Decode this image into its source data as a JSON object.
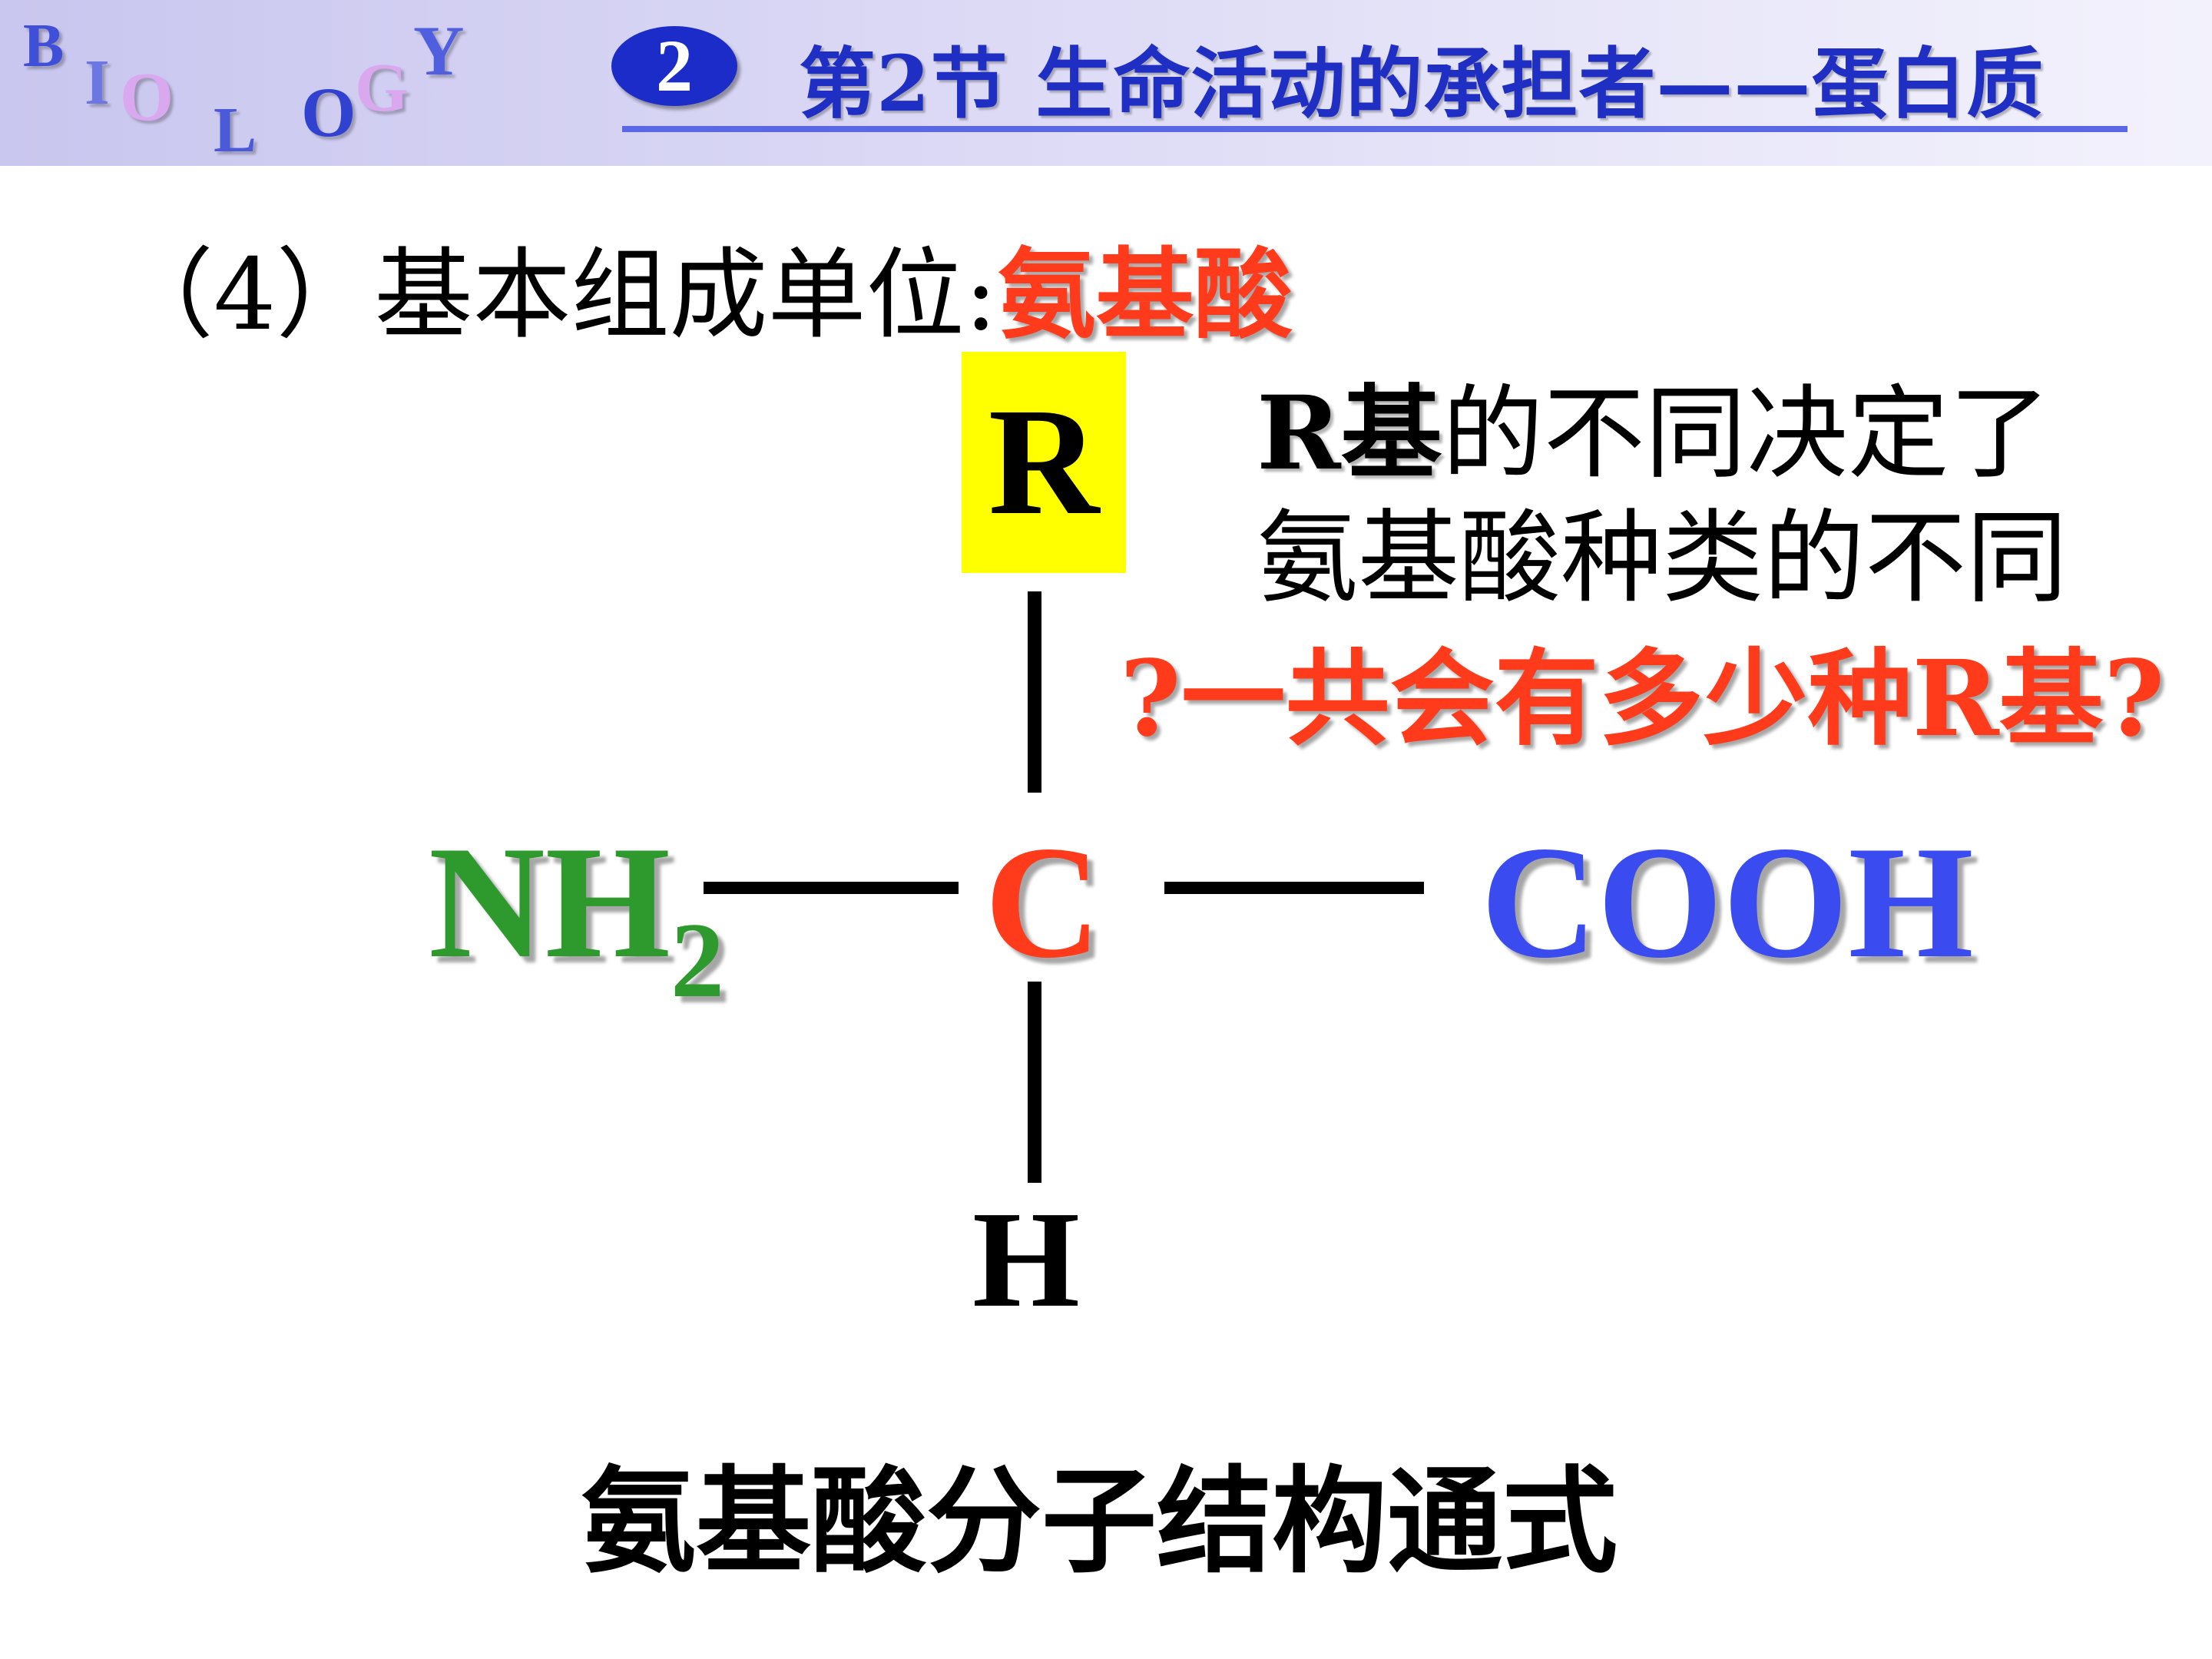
{
  "header": {
    "logo_letters": [
      "B",
      "I",
      "O",
      "L",
      "O",
      "G",
      "Y"
    ],
    "chapter_number": "2",
    "title": "第2节 生命活动的承担者——蛋白质"
  },
  "content": {
    "subtitle_prefix": "（4）基本组成单位:",
    "subtitle_highlight": "氨基酸",
    "note_line1_bold": "R基",
    "note_line1_rest": "的不同决定了",
    "note_line2": "氨基酸种类的不同",
    "question": "?一共会有多少种R基?",
    "caption": "氨基酸分子结构通式"
  },
  "structure": {
    "r_group": "R",
    "central_atom": "C",
    "amino_group": "NH",
    "amino_subscript": "2",
    "carboxyl_group": "COOH",
    "hydrogen": "H"
  },
  "colors": {
    "header_blue": "#1f2fc4",
    "accent_red": "#ff3b1c",
    "amino_green": "#2e9a2e",
    "carboxyl_blue": "#3a4cf0",
    "r_box_yellow": "#ffff00"
  }
}
